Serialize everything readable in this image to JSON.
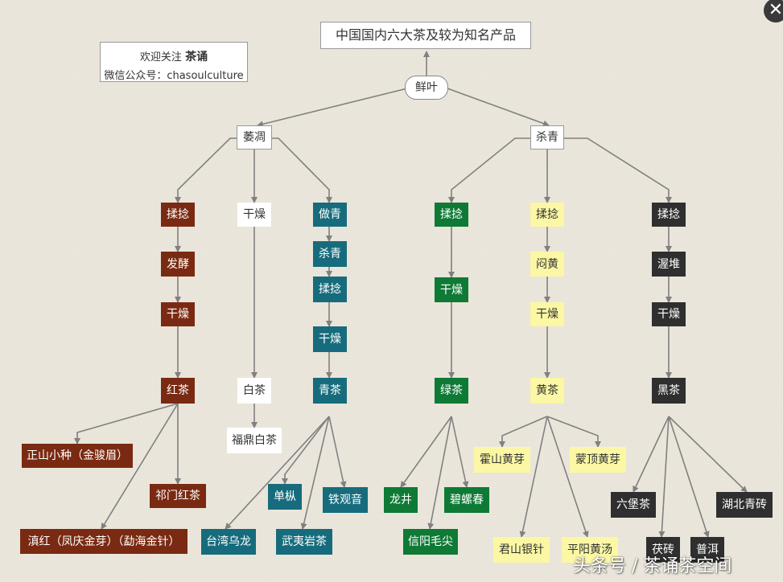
{
  "title": "中国国内六大茶及较为知名产品",
  "account": {
    "welcome": "欢迎关注",
    "name": "茶诵",
    "wechat": "微信公众号：chasoulculture"
  },
  "close_label": "✕",
  "watermark": "头条号 / 茶诵茶空间",
  "colors": {
    "red_tea": "#7a2a12",
    "white_tea": "#ffffff",
    "oolong": "#166c7c",
    "green_tea": "#0e7a35",
    "yellow_tea": "#fbf7a4",
    "dark_tea": "#2f2f2f",
    "connector": "#808080"
  },
  "nodes": {
    "xianye": "鲜叶",
    "weidiao": "萎凋",
    "shaqing_top": "杀青",
    "red_rounian": "揉捻",
    "red_fajiao": "发酵",
    "red_ganzao": "干燥",
    "red_tea": "红茶",
    "red_p1": "正山小种（金骏眉）",
    "red_p2": "祁门红茶",
    "red_p3": "滇红（凤庆金芽）（勐海金针）",
    "white_ganzao": "干燥",
    "white_tea": "白茶",
    "white_p1": "福鼎白茶",
    "oolong_zuoqing": "做青",
    "oolong_shaqing": "杀青",
    "oolong_rounian": "揉捻",
    "oolong_ganzao": "干燥",
    "oolong_tea": "青茶",
    "oolong_p1": "台湾乌龙",
    "oolong_p2": "单枞",
    "oolong_p3": "武夷岩茶",
    "oolong_p4": "铁观音",
    "green_rounian": "揉捻",
    "green_ganzao": "干燥",
    "green_tea": "绿茶",
    "green_p1": "龙井",
    "green_p2": "信阳毛尖",
    "green_p3": "碧螺春",
    "yellow_rounian": "揉捻",
    "yellow_menhuang": "闷黄",
    "yellow_ganzao": "干燥",
    "yellow_tea": "黄茶",
    "yellow_p1": "霍山黄芽",
    "yellow_p2": "君山银针",
    "yellow_p3": "平阳黄汤",
    "yellow_p4": "蒙顶黄芽",
    "dark_rounian": "揉捻",
    "dark_wodui": "渥堆",
    "dark_ganzao": "干燥",
    "dark_tea": "黑茶",
    "dark_p1": "六堡茶",
    "dark_p2": "茯砖",
    "dark_p3": "普洱",
    "dark_p4": "湖北青砖"
  }
}
